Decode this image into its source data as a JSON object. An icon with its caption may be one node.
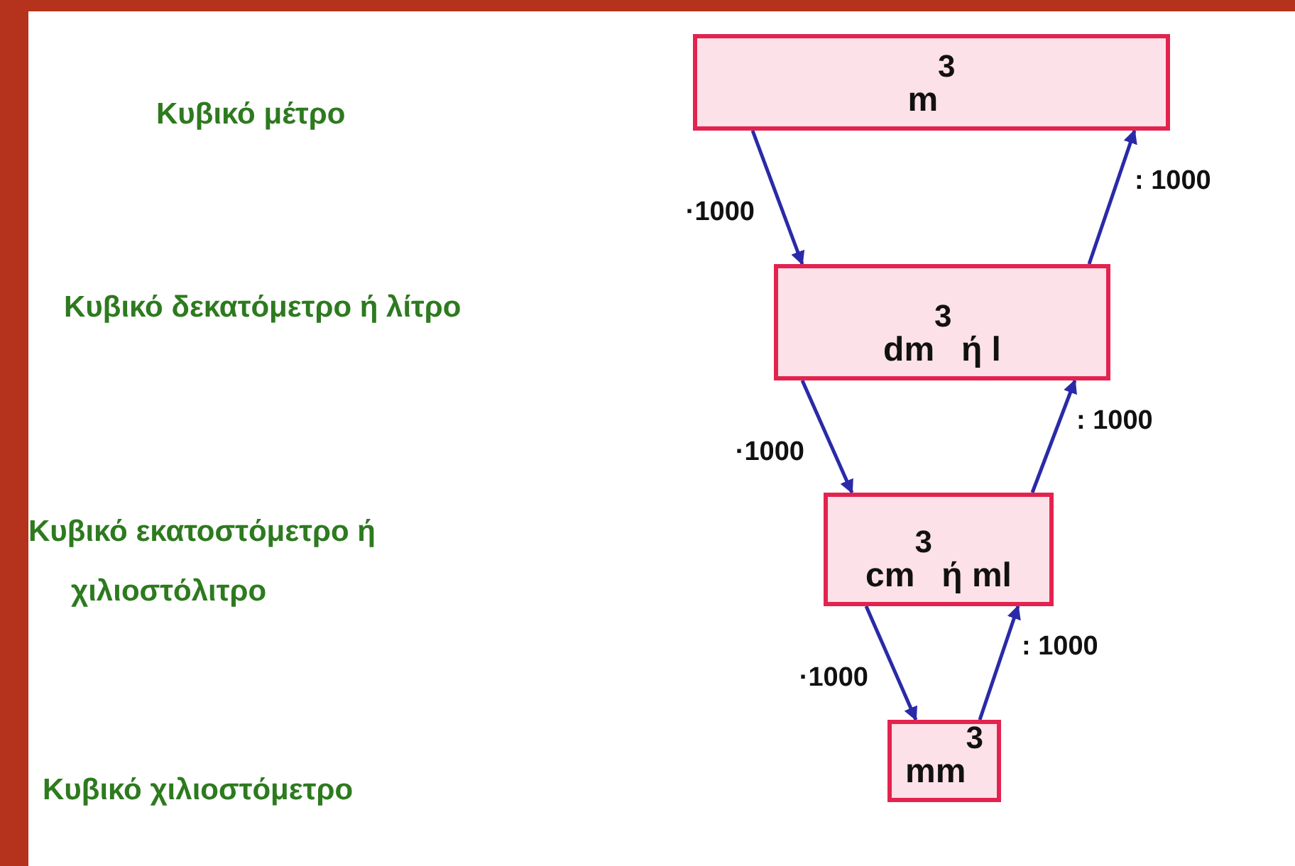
{
  "diagram": {
    "nodes": [
      {
        "text": [
          "m$^{3}$"
        ]
      },
      {
        "text": [
          "dm$^{3}$ ή l"
        ]
      },
      {
        "text": [
          "cm$^{3}$ ή ml"
        ]
      },
      {
        "text": [
          "mm$^{3}$"
        ]
      }
    ],
    "labels": [
      "Κυβικό μέτρο",
      "Κυβικό δεκατόμετρο ή λίτρο",
      "Κυβικό εκατοστόμετρο ή χιλιοστόλιτρο",
      "Κυβικό χιλιοστόμετρο"
    ],
    "edges": [
      {
        "from": 0,
        "to": 1,
        "arrow": "to",
        "label": "·1000"
      },
      {
        "from": 1,
        "to": 0,
        "arrow": "to",
        "label": ": 1000"
      },
      {
        "from": 1,
        "to": 2,
        "arrow": "to",
        "label": "·1000"
      },
      {
        "from": 2,
        "to": 1,
        "arrow": "to",
        "label": ": 1000"
      },
      {
        "from": 2,
        "to": 3,
        "arrow": "to",
        "label": "·1000"
      },
      {
        "from": 3,
        "to": 2,
        "arrow": "to",
        "label": ": 1000"
      }
    ]
  }
}
